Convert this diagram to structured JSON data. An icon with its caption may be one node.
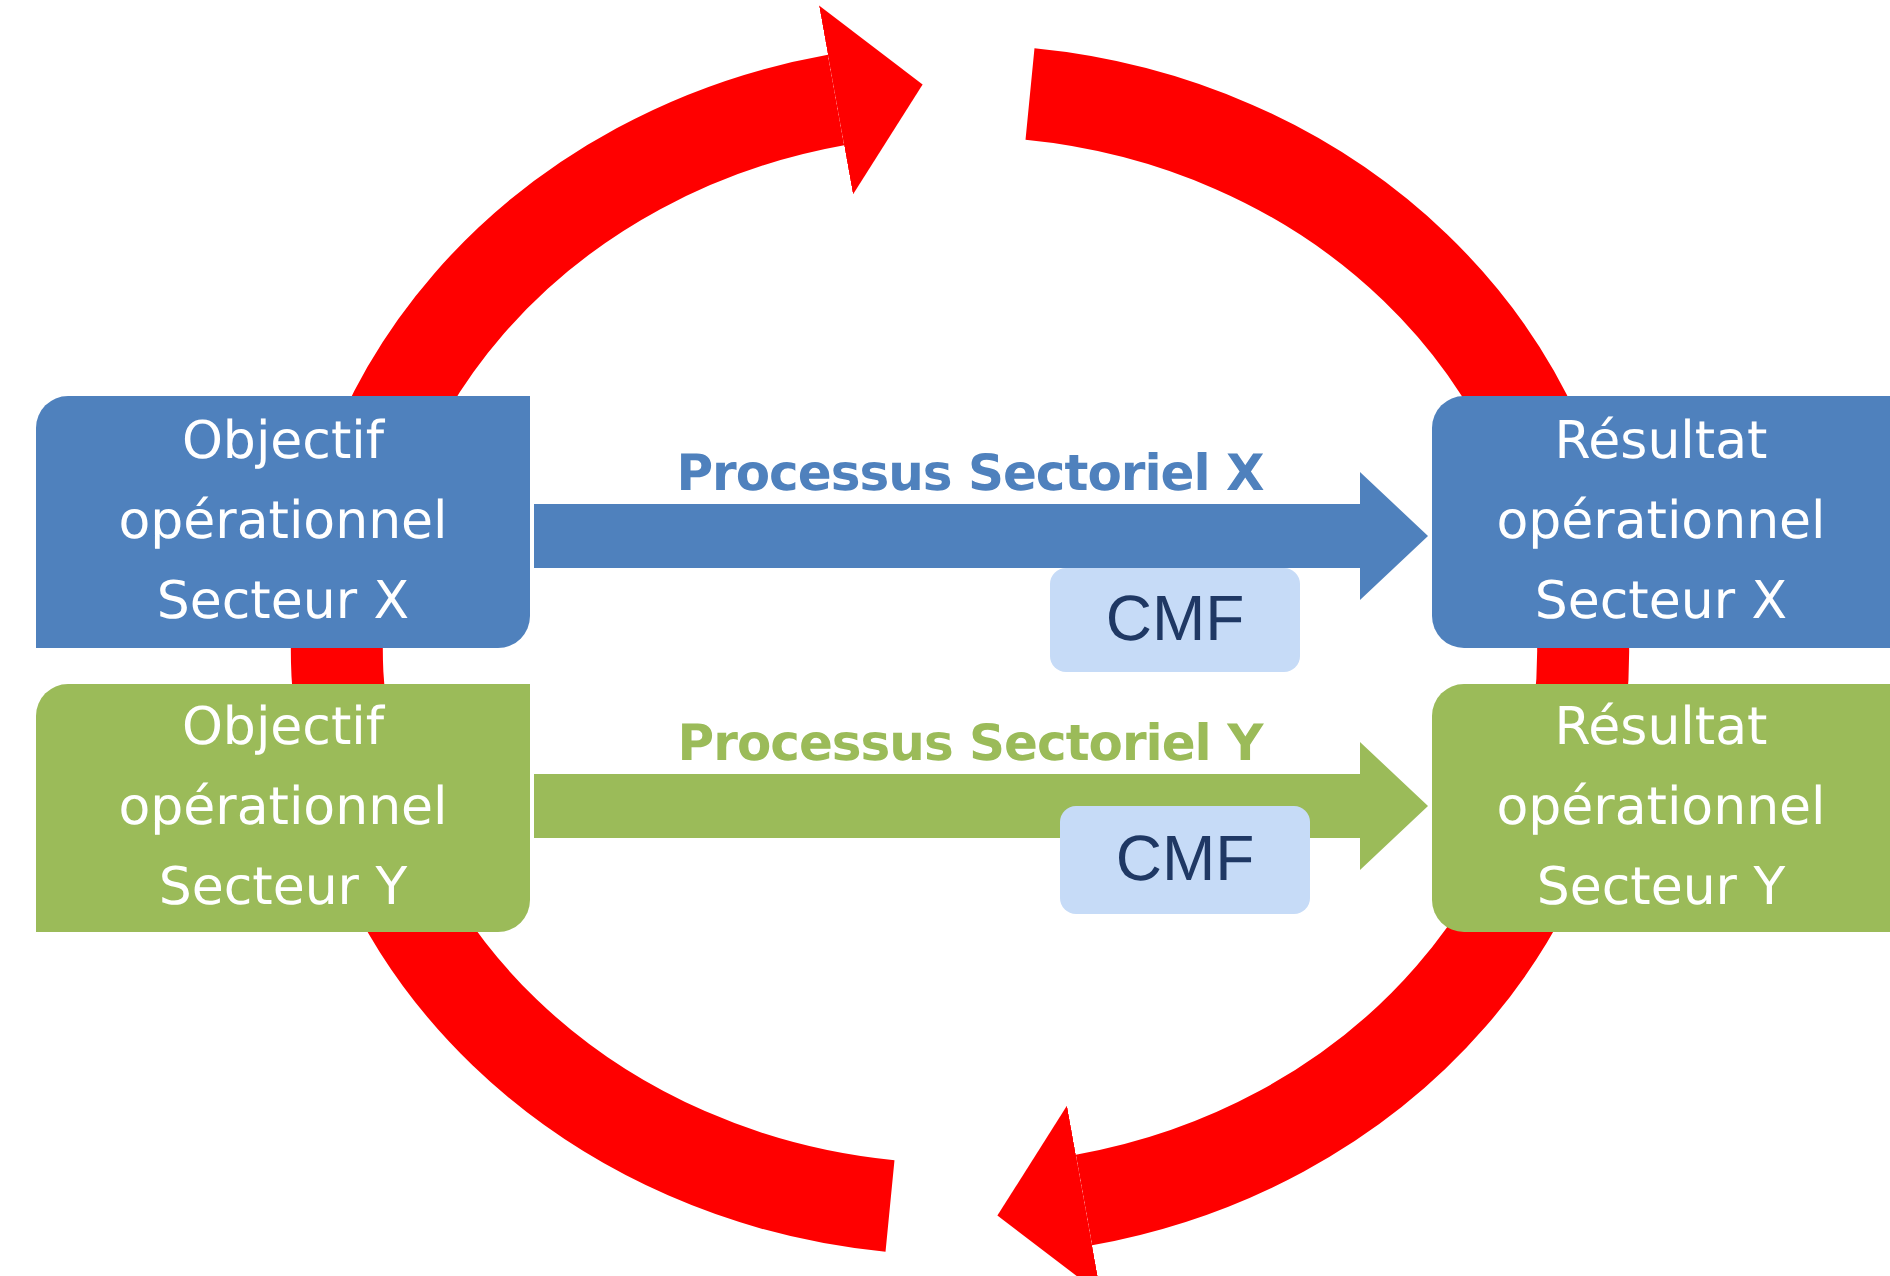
{
  "diagram": {
    "nodes": [
      {
        "text": [
          "Objectif opérationnel Secteur X"
        ]
      },
      {
        "text": [
          "Objectif opérationnel Secteur Y"
        ]
      },
      {
        "text": [
          "Résultat opérationnel Secteur X"
        ]
      },
      {
        "text": [
          "Résultat opérationnel Secteur Y"
        ]
      },
      {
        "text": [
          "CMF"
        ]
      },
      {
        "text": [
          "CMF"
        ]
      }
    ],
    "edges": [
      {
        "from": 0,
        "to": 2,
        "arrow": "to",
        "label": "Processus Sectoriel X",
        "color": "#4f81bd"
      },
      {
        "from": 1,
        "to": 3,
        "arrow": "to",
        "label": "Processus Sectoriel Y",
        "color": "#9bbb59"
      }
    ]
  }
}
